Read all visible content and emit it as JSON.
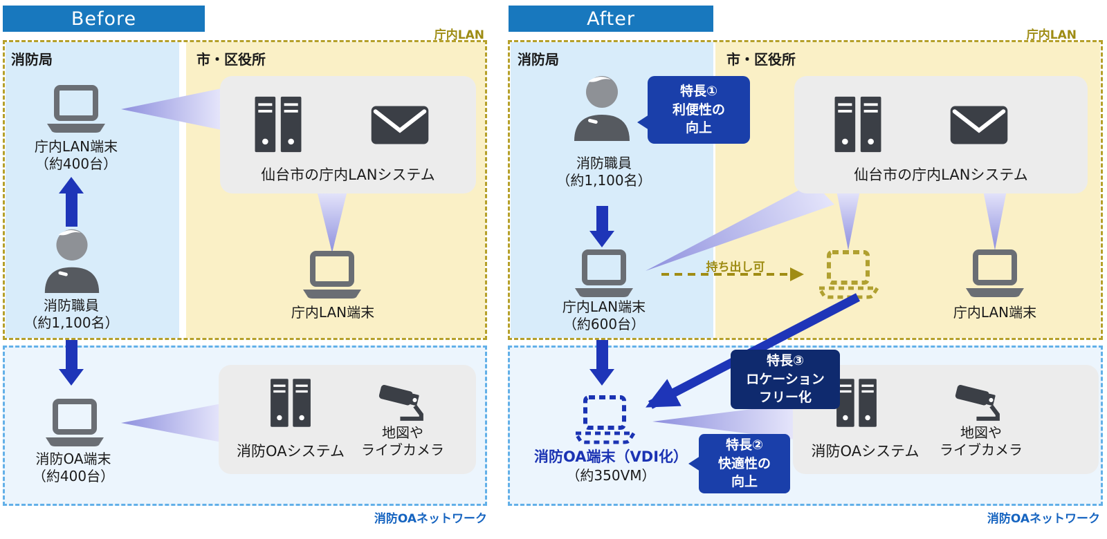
{
  "before": {
    "header": "Before",
    "lan_zone_label": "庁内LAN",
    "oa_zone_label": "消防OAネットワーク",
    "fire_bureau": "消防局",
    "city_office": "市・区役所",
    "lan_terminal": {
      "label": "庁内LAN端末",
      "count": "（約400台）"
    },
    "staff": {
      "label": "消防職員",
      "count": "（約1,100名）"
    },
    "lan_system": "仙台市の庁内LANシステム",
    "city_terminal": "庁内LAN端末",
    "oa_terminal": {
      "label": "消防OA端末",
      "count": "（約400台）"
    },
    "oa_system": "消防OAシステム",
    "camera": {
      "line1": "地図や",
      "line2": "ライブカメラ"
    }
  },
  "after": {
    "header": "After",
    "lan_zone_label": "庁内LAN",
    "oa_zone_label": "消防OAネットワーク",
    "fire_bureau": "消防局",
    "city_office": "市・区役所",
    "staff": {
      "label": "消防職員",
      "count": "（約1,100名）"
    },
    "feature1": {
      "line1": "特長①",
      "line2": "利便性の",
      "line3": "向上"
    },
    "feature2": {
      "line1": "特長②",
      "line2": "快適性の",
      "line3": "向上"
    },
    "feature3": {
      "line1": "特長③",
      "line2": "ロケーション",
      "line3": "フリー化"
    },
    "lan_terminal": {
      "label": "庁内LAN端末",
      "count": "（約600台）"
    },
    "lan_system": "仙台市の庁内LANシステム",
    "takeout_label": "持ち出し可",
    "city_terminal": "庁内LAN端末",
    "vdi_terminal": {
      "label": "消防OA端末（VDI化）",
      "count": "（約350VM）"
    },
    "oa_system": "消防OAシステム",
    "camera": {
      "line1": "地図や",
      "line2": "ライブカメラ"
    }
  },
  "colors": {
    "header_bg": "#1878be",
    "lan_border": "#b5a02a",
    "lan_label_text": "#9e8c14",
    "oa_border": "#62b0e8",
    "oa_label_text": "#1664c0",
    "fire_panel_bg": "#d8ecfa",
    "city_panel_bg": "#faf0c6",
    "system_box_bg": "#ececec",
    "arrow_blue": "#1e35b8",
    "feature_blue": "#1a3faa",
    "feature_navy": "#0f2a6e",
    "beam_dark": "#8e90de",
    "beam_light": "#e6e6fb",
    "vdi_text_blue": "#1b33b3",
    "olive_laptop": "#b0a030"
  }
}
